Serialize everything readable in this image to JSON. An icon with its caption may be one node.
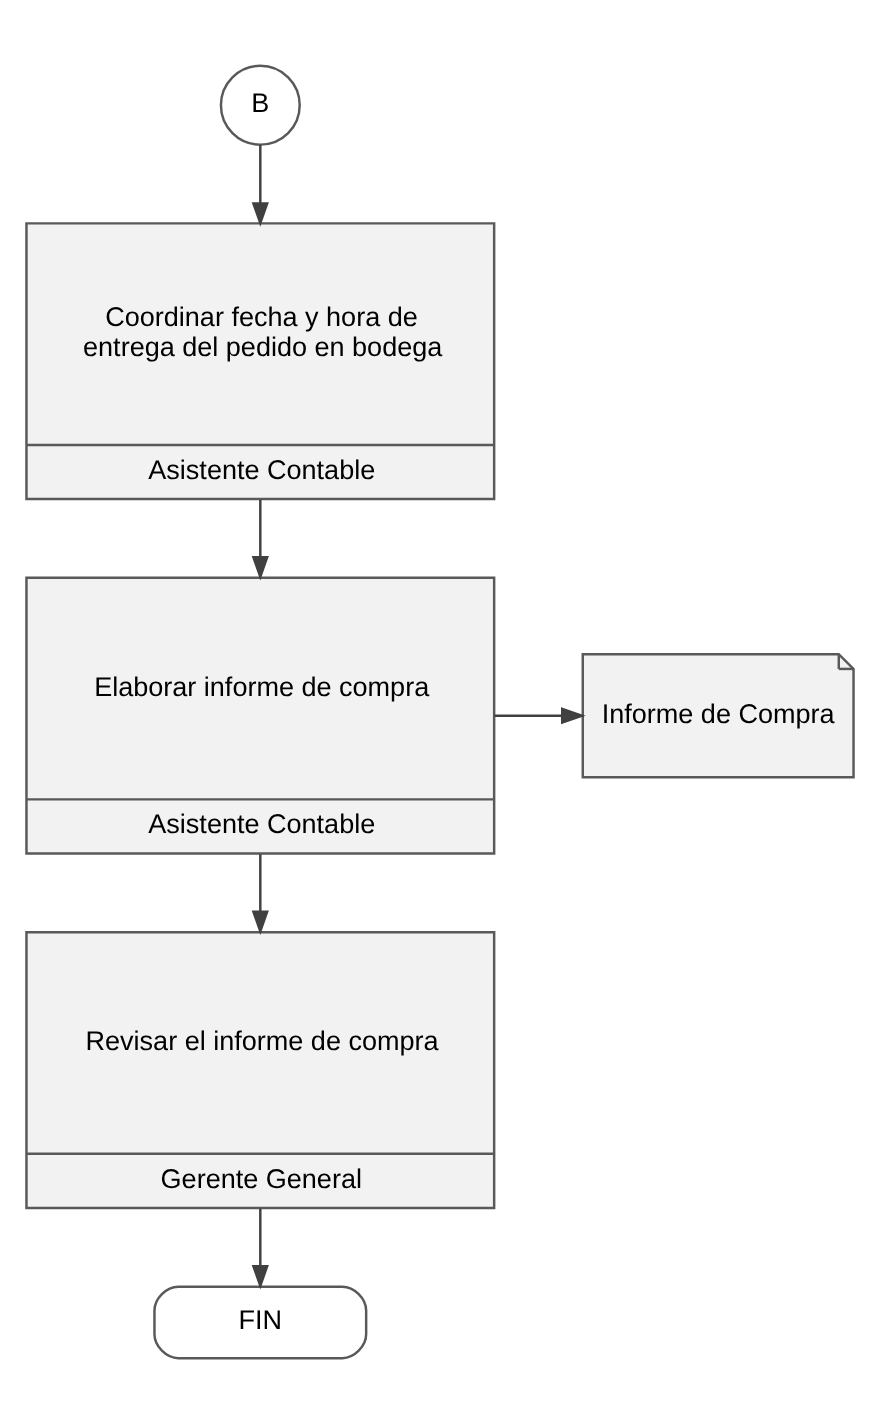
{
  "diagram": {
    "nodes": [
      {
        "text": [
          "B"
        ]
      },
      {
        "text": [
          "Coordinar fecha y hora de entrega del pedido en bodega",
          "Asistente Contable"
        ]
      },
      {
        "text": [
          "Elaborar informe de compra",
          "Asistente Contable"
        ]
      },
      {
        "text": [
          "Informe de Compra"
        ]
      },
      {
        "text": [
          "Revisar el informe de compra",
          "Gerente General"
        ]
      },
      {
        "text": [
          "FIN"
        ]
      }
    ],
    "edges": [
      {
        "from": 0,
        "to": 1,
        "arrow": "to"
      },
      {
        "from": 1,
        "to": 2,
        "arrow": "to"
      },
      {
        "from": 2,
        "to": 3,
        "arrow": "to"
      },
      {
        "from": 2,
        "to": 4,
        "arrow": "to"
      },
      {
        "from": 4,
        "to": 5,
        "arrow": "to"
      }
    ]
  }
}
